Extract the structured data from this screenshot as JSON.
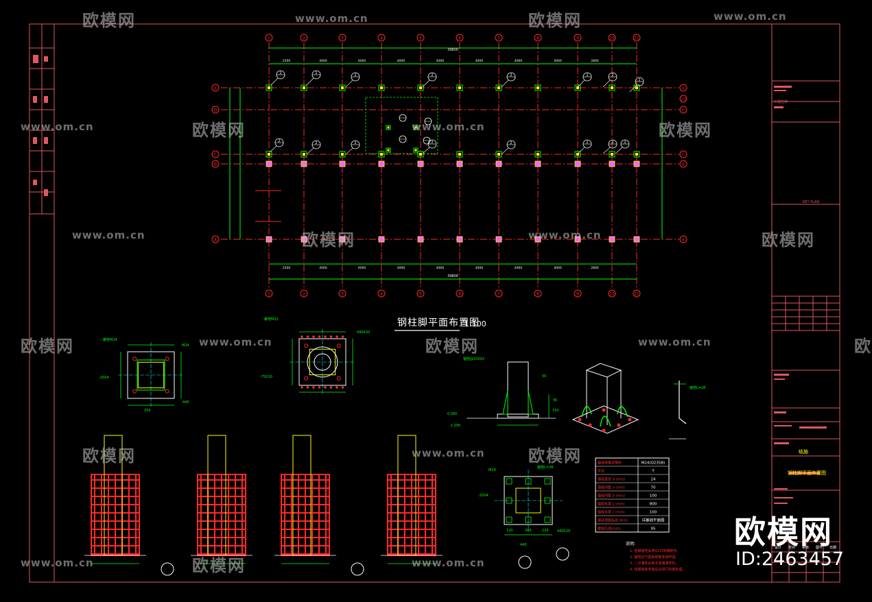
{
  "drawing": {
    "title": "钢柱脚平面布置图",
    "scale": "1:100"
  },
  "plan": {
    "top_total_dim": "39800",
    "bottom_total_dim": "39800",
    "top_dims": [
      "2500",
      "4000",
      "4000",
      "4000",
      "4000",
      "4000",
      "4000",
      "4000",
      "2800"
    ],
    "bottom_dims": [
      "2500",
      "4000",
      "4000",
      "4000",
      "4000",
      "4000",
      "4000",
      "4000",
      "2800"
    ],
    "axis_numbers": [
      "1",
      "2",
      "3",
      "4",
      "5",
      "6",
      "7",
      "8",
      "9",
      "10",
      "11"
    ],
    "axis_letters_left": [
      "E",
      "D",
      "C",
      "B",
      "A"
    ],
    "axis_letters_right": [
      "E",
      "1/D",
      "D",
      "C",
      "B",
      "A"
    ],
    "callouts_row_top": [
      "2",
      "1",
      "2",
      "2",
      "2",
      "1",
      "2",
      "1"
    ],
    "callouts_row_mid": [
      "2",
      "2",
      "2",
      "2",
      "2",
      "2",
      "2",
      "2"
    ]
  },
  "details": {
    "base_plate_labels": [
      "螺栓M24",
      "M24",
      "-20X4",
      "440",
      "250",
      "螺栓M22",
      "-75X10",
      "440X20"
    ],
    "elevation_labels": [
      "锚栓@100X2",
      "0.000",
      "-1.200",
      "40",
      "150",
      "50"
    ],
    "section_labels": [
      "锚栓L=28",
      "M24",
      "-20X4",
      "440X20",
      "440",
      "120",
      "200",
      "120"
    ],
    "anchor_label": "锚栓L=28"
  },
  "spec_table": {
    "rows": [
      [
        "锚栓规格及钢材",
        "M24(Q235B)"
      ],
      [
        "形式",
        "十"
      ],
      [
        "锚栓直径 d (mm)",
        "24"
      ],
      [
        "锚栓间距 a (mm)",
        "70"
      ],
      [
        "锚栓间距 b (mm)",
        "100"
      ],
      [
        "锚固长度 L (mm)",
        "800"
      ],
      [
        "锚栓长度 c (mm)",
        "100"
      ],
      [
        "基础顶面标高 H(m)",
        "详基础平面图"
      ],
      [
        "螺栓孔径(mm)",
        "95"
      ]
    ]
  },
  "notes": {
    "heading": "说明:",
    "lines": [
      "1. 柱脚锚栓采用Q235B钢制作。",
      "2. 锚栓应与基础钢筋连接牢固。",
      "3. 二次灌浆采用无收缩灌浆料。",
      "4. 柱脚底板安装后应进行防腐处理。"
    ]
  },
  "title_block": {
    "key_plan": "KEY PLAN",
    "project": "工程名称",
    "drawing_name": "钢柱脚平面布置图",
    "sheet": "结施",
    "labels": [
      "设计",
      "校对",
      "审核",
      "图号",
      "日期"
    ]
  },
  "watermarks": {
    "cn": "欧模网",
    "url": "www.om.cn"
  },
  "brand": {
    "name": "欧模网",
    "id": "ID:2463457"
  },
  "colors": {
    "background": "#000000",
    "frame": "#e0585f",
    "grid_red": "#ff2a2a",
    "dim_green": "#00ff00",
    "column_magenta": "#ff60ff",
    "yellow": "#ffff00",
    "cyan": "#00ffff",
    "white": "#ffffff"
  }
}
